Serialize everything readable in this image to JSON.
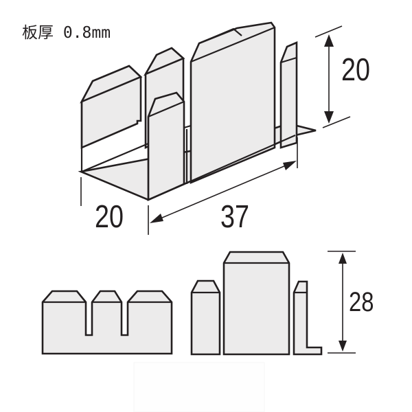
{
  "title": {
    "label": "板厚",
    "value": "0.8mm"
  },
  "dimensions": {
    "isometric": {
      "height": "20",
      "width": "20",
      "length": "37"
    },
    "front_view": {
      "height": "28"
    }
  },
  "colors": {
    "fill": "#ecebeb",
    "stroke": "#231f20",
    "background": "#ffffff"
  }
}
